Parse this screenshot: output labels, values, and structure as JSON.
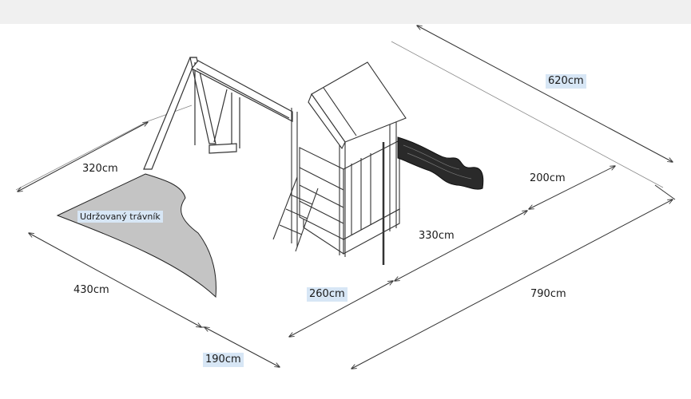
{
  "dimensions": {
    "total_length": "790cm",
    "back_length": "620cm",
    "left_depth": "430cm",
    "swing_zone_depth": "320cm",
    "slide_zone_depth": "200cm",
    "tower_zone_depth": "330cm",
    "front_offset": "260cm",
    "front_depth": "190cm"
  },
  "area_label": "Udržovaný trávník",
  "colors": {
    "lawn": "#c4c4c4",
    "lines": "#333333",
    "highlight": "#d7e6f5"
  }
}
